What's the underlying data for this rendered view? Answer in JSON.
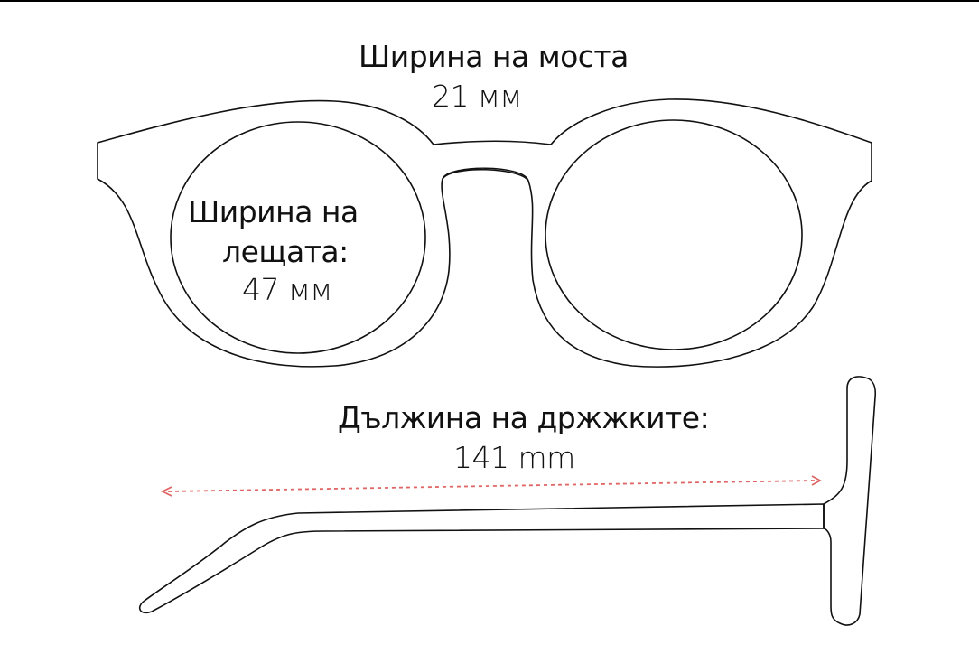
{
  "labels": {
    "bridge": {
      "title": "Ширина на моста",
      "value": "21 мм"
    },
    "lens": {
      "line1": "Ширина на",
      "line2": "лещата:",
      "value": "47 мм"
    },
    "temple": {
      "title": "Дължина на држжките:",
      "value": "141 mm"
    }
  },
  "colors": {
    "outline": "#111111",
    "measure_arrow": "#e06666"
  }
}
